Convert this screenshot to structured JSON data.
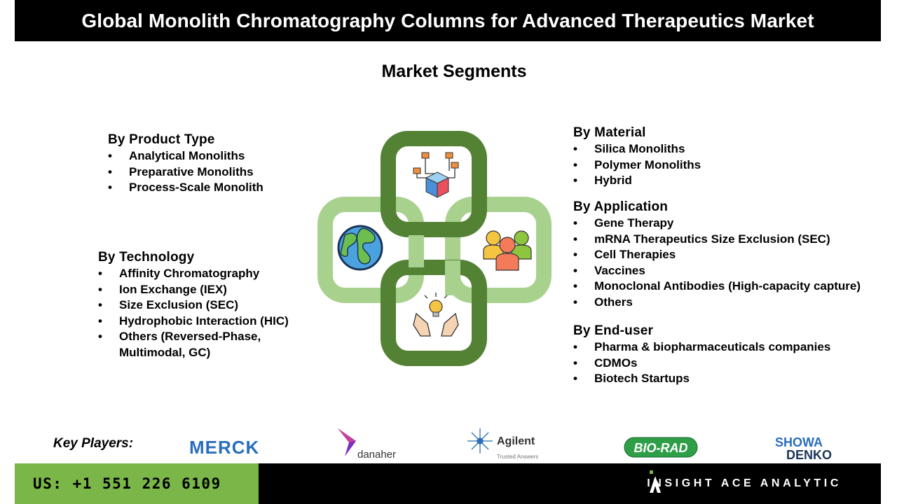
{
  "title": "Global Monolith Chromatography Columns for Advanced Therapeutics Market",
  "section_heading": "Market Segments",
  "bullet_char": "•",
  "segments": {
    "product_type": {
      "title": "By Product Type",
      "items": [
        "Analytical Monoliths",
        "Preparative Monoliths",
        "Process-Scale Monolith"
      ]
    },
    "technology": {
      "title": "By Technology",
      "items": [
        "Affinity Chromatography",
        "Ion Exchange (IEX)",
        "Size Exclusion (SEC)",
        "Hydrophobic Interaction (HIC)",
        "Others (Reversed-Phase, Multimodal, GC)"
      ]
    },
    "material": {
      "title": "By Material",
      "items": [
        "Silica Monoliths",
        "Polymer Monoliths",
        "Hybrid"
      ]
    },
    "application": {
      "title": "By Application",
      "items": [
        "Gene Therapy",
        "mRNA Therapeutics Size Exclusion (SEC)",
        "Cell Therapies",
        "Vaccines",
        "Monoclonal Antibodies (High-capacity capture)",
        "Others"
      ]
    },
    "end_user": {
      "title": "By End-user",
      "items": [
        "Pharma & biopharmaceuticals companies",
        "CDMOs",
        "Biotech Startups"
      ]
    }
  },
  "graphic": {
    "icons": [
      "network-cube-icon",
      "globe-icon",
      "people-group-icon",
      "hands-lightbulb-icon"
    ],
    "colors": {
      "dark_green": "#548235",
      "light_green": "#a9d18e"
    }
  },
  "key_players": {
    "label": "Key Players:",
    "logos": {
      "merck": "MERCK",
      "danaher": "danaher",
      "agilent": "Agilent",
      "agilent_tagline": "Trusted Answers",
      "biorad": "BIO-RAD",
      "showa_top": "SHOWA",
      "showa_bottom": "DENKO"
    }
  },
  "footer": {
    "phone": "US: +1 551 226 6109",
    "brand": "INSIGHT ACE ANALYTIC",
    "colors": {
      "green": "#7ab648",
      "black": "#000000"
    }
  }
}
